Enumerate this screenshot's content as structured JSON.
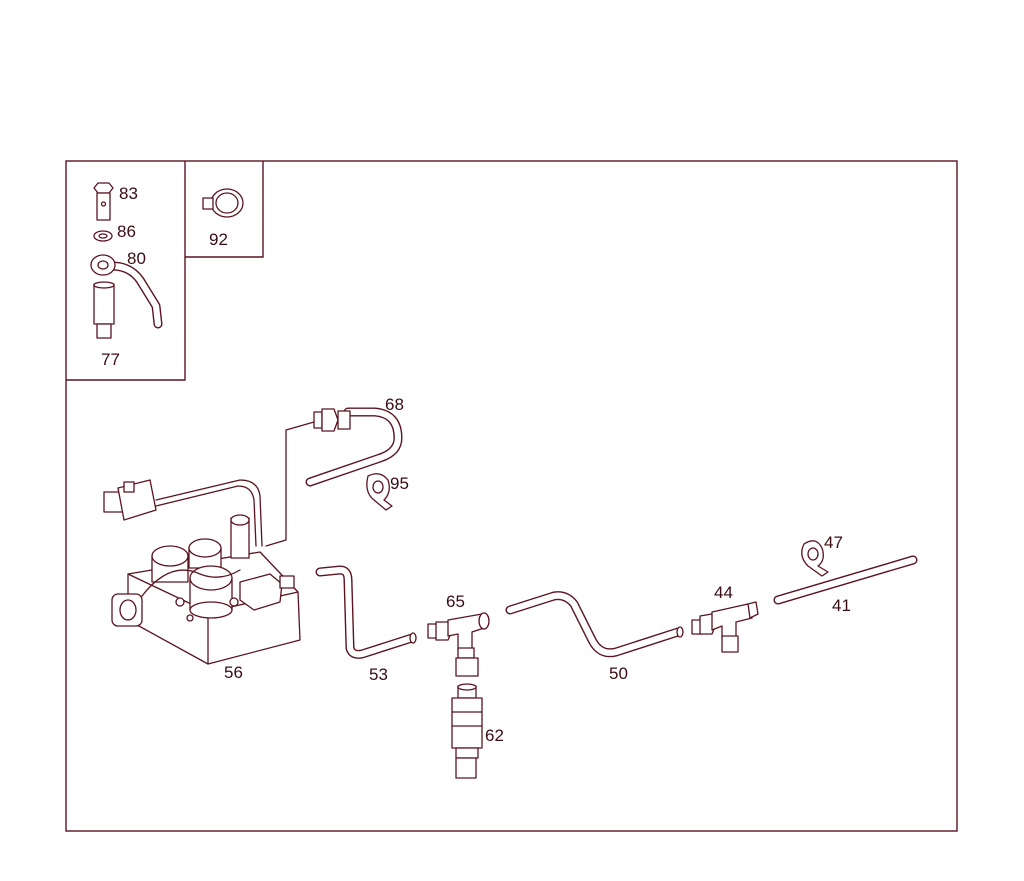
{
  "diagram": {
    "labels": {
      "p83": "83",
      "p86": "86",
      "p80": "80",
      "p77": "77",
      "p92": "92",
      "p68": "68",
      "p95": "95",
      "p56": "56",
      "p53": "53",
      "p65": "65",
      "p62": "62",
      "p50": "50",
      "p44": "44",
      "p47": "47",
      "p41": "41"
    },
    "colors": {
      "line": "#5a1420",
      "frame": "#5a1420",
      "text": "#3a0c14"
    }
  }
}
